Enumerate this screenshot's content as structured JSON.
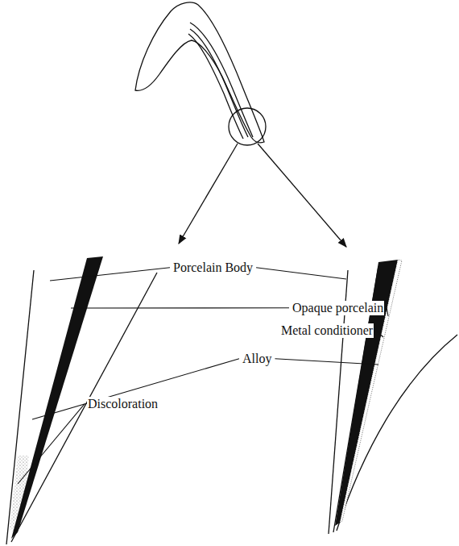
{
  "diagram": {
    "labels": [
      "Porcelain Body",
      "Opaque porcelain",
      "Metal conditioner",
      "Alloy",
      "Discoloration"
    ]
  }
}
